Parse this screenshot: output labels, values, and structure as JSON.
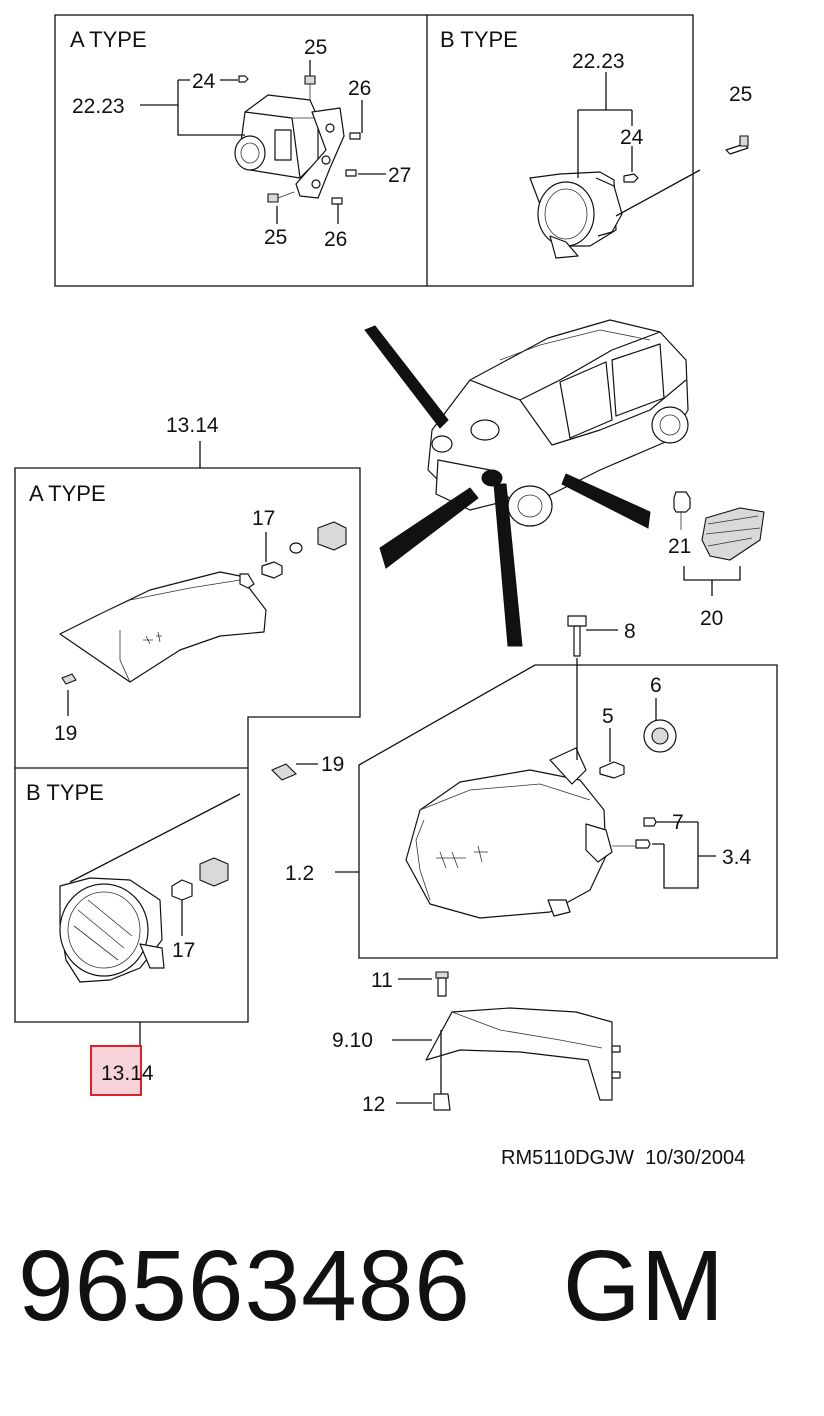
{
  "colors": {
    "line": "#111111",
    "highlight_fill": "#f6d3d8",
    "highlight_stroke": "#e0202b",
    "background": "#ffffff"
  },
  "box_top_left": {
    "title": "A TYPE",
    "callouts": {
      "c24": "24",
      "c22_23": "22.23",
      "c25a": "25",
      "c26a": "26",
      "c27": "27",
      "c25b": "25",
      "c26b": "26"
    }
  },
  "box_top_right": {
    "title": "B TYPE",
    "callouts": {
      "c22_23": "22.23",
      "c24": "24",
      "c25": "25"
    }
  },
  "fog_group": {
    "callout_top": "13.14",
    "callout_bottom": "13.14",
    "box_a": {
      "title": "A TYPE",
      "callouts": {
        "c17": "17",
        "c19": "19"
      }
    },
    "box_b": {
      "title": "B TYPE",
      "callouts": {
        "c19": "19",
        "c17": "17"
      }
    }
  },
  "side_marker": {
    "callouts": {
      "c21": "21",
      "c20": "20"
    }
  },
  "headlamp": {
    "callouts": {
      "c8": "8",
      "c6": "6",
      "c5": "5",
      "c7": "7",
      "c3_4": "3.4",
      "c1_2": "1.2"
    }
  },
  "lower_parts": {
    "callouts": {
      "c11": "11",
      "c9_10": "9.10",
      "c12": "12"
    }
  },
  "drawing_ref": "RM5110DGJW  10/30/2004",
  "part_number": "96563486",
  "brand": "GM"
}
